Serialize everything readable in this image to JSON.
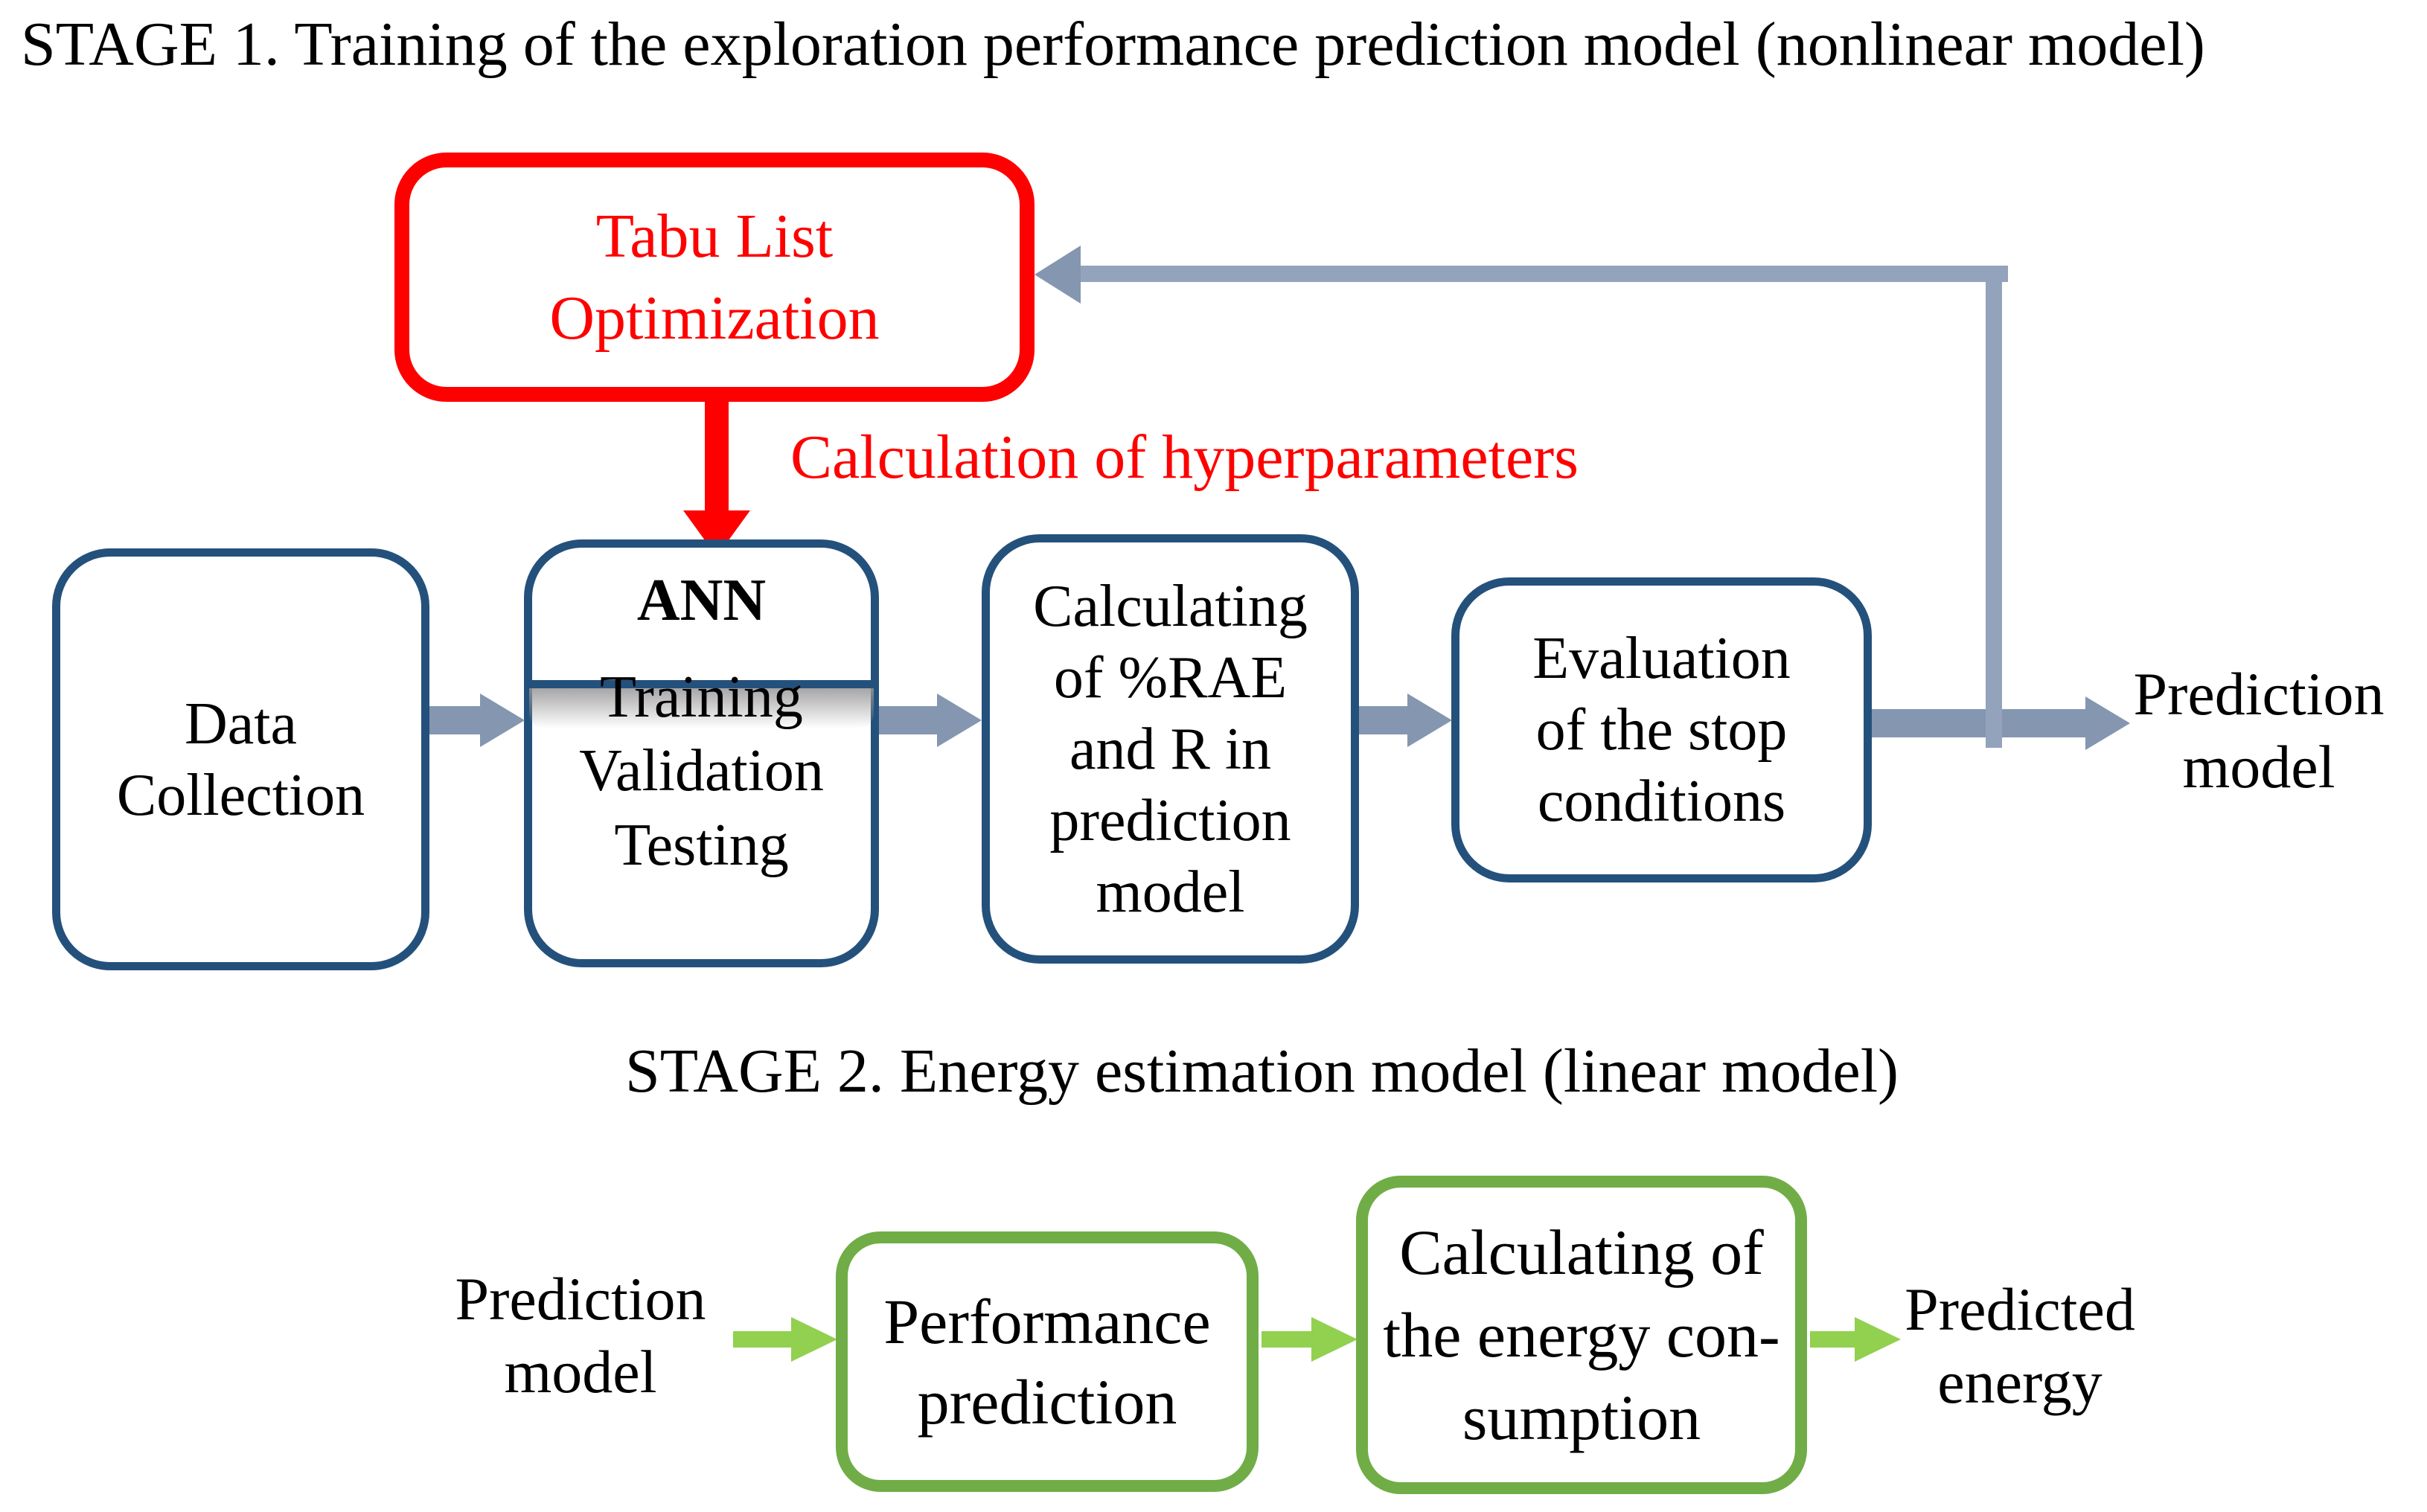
{
  "colors": {
    "red": "#FF0000",
    "blue": "#24517C",
    "gray": "#8496B0",
    "linegray": "#93A3BC",
    "greenb": "#70AD47",
    "greena": "#92D050",
    "ink": "#000000"
  },
  "stage1": {
    "title": "STAGE 1. Training of the exploration performance prediction model (nonlinear model)",
    "tabu_box": {
      "lines": [
        "Tabu List",
        "Optimization"
      ]
    },
    "hyperparameters_label": "Calculation of hyperparameters",
    "boxes": [
      {
        "id": "data-collection",
        "lines": [
          "Data",
          "Collection"
        ]
      },
      {
        "id": "ann",
        "heading": "ANN",
        "lines": [
          "Training",
          "Validation",
          "Testing"
        ]
      },
      {
        "id": "rae",
        "lines": [
          "Calculating",
          "of %RAE",
          "and R in",
          "prediction",
          "model"
        ]
      },
      {
        "id": "stop-conditions",
        "lines": [
          "Evaluation",
          "of the stop",
          "conditions"
        ]
      }
    ],
    "output_label": {
      "lines": [
        "Prediction",
        "model"
      ]
    }
  },
  "stage2": {
    "title": "STAGE 2. Energy estimation model (linear model)",
    "input_label": {
      "lines": [
        "Prediction",
        "model"
      ]
    },
    "boxes": [
      {
        "id": "performance-prediction",
        "lines": [
          "Performance",
          "prediction"
        ]
      },
      {
        "id": "energy-consumption",
        "lines": [
          "Calculating of",
          "the energy con-",
          "sumption"
        ]
      }
    ],
    "output_label": {
      "lines": [
        "Predicted",
        "energy"
      ]
    }
  }
}
